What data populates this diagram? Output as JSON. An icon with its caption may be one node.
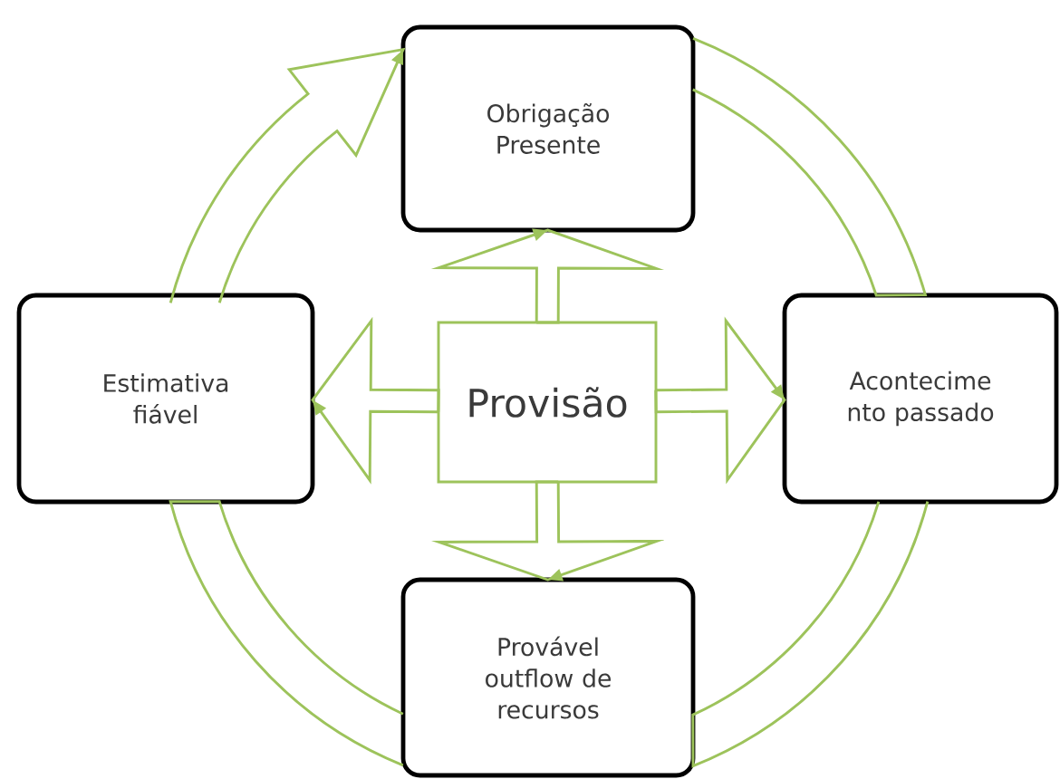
{
  "diagram": {
    "nodes": [
      {
        "text": [
          "Obrigação Presente"
        ]
      },
      {
        "text": [
          "Acontecime nto passado"
        ]
      },
      {
        "text": [
          "Provável outflow de recursos"
        ]
      },
      {
        "text": [
          "Estimativa fiável"
        ]
      },
      {
        "text": [
          "Provisão"
        ]
      }
    ],
    "edges": [
      {
        "from": 0,
        "to": 1,
        "arrow": "none"
      },
      {
        "from": 1,
        "to": 2,
        "arrow": "none"
      },
      {
        "from": 2,
        "to": 3,
        "arrow": "none"
      },
      {
        "from": 3,
        "to": 0,
        "arrow": "to"
      },
      {
        "from": 4,
        "to": 0,
        "arrow": "to"
      },
      {
        "from": 4,
        "to": 1,
        "arrow": "to"
      },
      {
        "from": 4,
        "to": 2,
        "arrow": "to"
      },
      {
        "from": 4,
        "to": 3,
        "arrow": "to"
      }
    ]
  }
}
